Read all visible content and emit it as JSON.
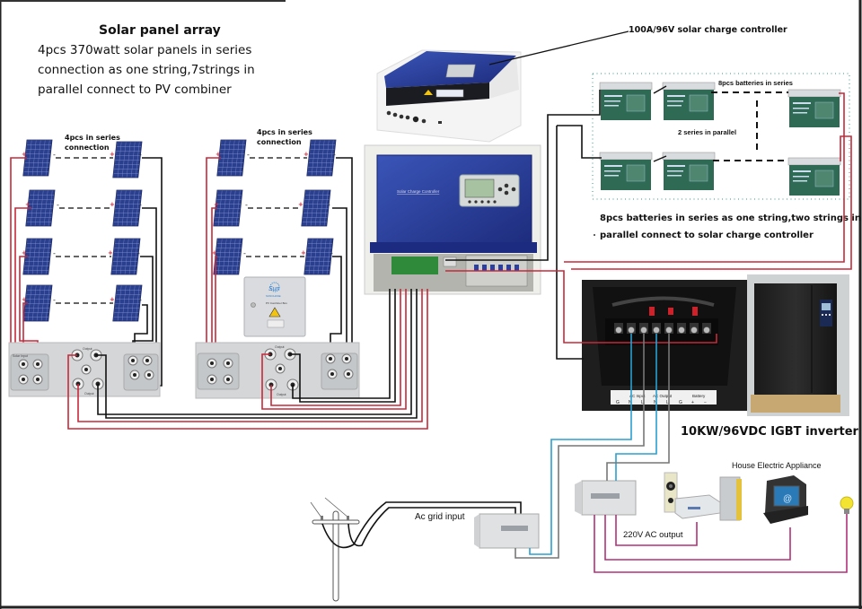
{
  "solar_array": {
    "title": "Solar panel array",
    "description_lines": [
      "4pcs 370watt solar panels in series",
      "connection as one string,7strings in",
      "parallel connect to PV combiner"
    ],
    "group_labels": [
      [
        "4pcs in series",
        "connection"
      ],
      [
        "4pcs in series",
        "connection"
      ]
    ],
    "panel_polarity": {
      "positive": "+",
      "negative": "-"
    }
  },
  "combiner": {
    "brand": "Sun",
    "brand_sub": "SUNCHASE",
    "label": "PV Combiner Box",
    "terminal_labels": {
      "input": "Solar Input",
      "output": "Output"
    }
  },
  "charge_controller": {
    "callout": "100A/96V solar charge controller",
    "panel_label": "Solar Charge Controller"
  },
  "battery_bank": {
    "series_label": "8pcs batteries in series",
    "parallel_label": "2 series in parallel",
    "description_lines": [
      "8pcs batteries in series as one string,two strings in",
      "parallel connect to solar charge controller"
    ],
    "battery_count_shown": 6
  },
  "inverter": {
    "title": "10KW/96VDC IGBT inverter",
    "terminal_groups": [
      "AC Input",
      "AC Output",
      "Battery"
    ],
    "terminal_marks": [
      "G",
      "N",
      "L",
      "N",
      "L",
      "G",
      "+",
      "−"
    ]
  },
  "grid": {
    "label": "Ac grid input"
  },
  "loads": {
    "output_label": "220V AC output",
    "appliance_label": "House Electric Appliance"
  },
  "colors": {
    "positive_wire": "#c8283a",
    "negative_wire": "#111111",
    "ac_input_wire": "#2aa0d0",
    "ac_neutral_wire": "#777777",
    "load_wire": "#b0307a",
    "panel_blue": "#2b3f8f",
    "controller_blue": "#1e2c8c",
    "battery_green": "#2f6a55",
    "bulb_yellow": "#f2e430"
  }
}
